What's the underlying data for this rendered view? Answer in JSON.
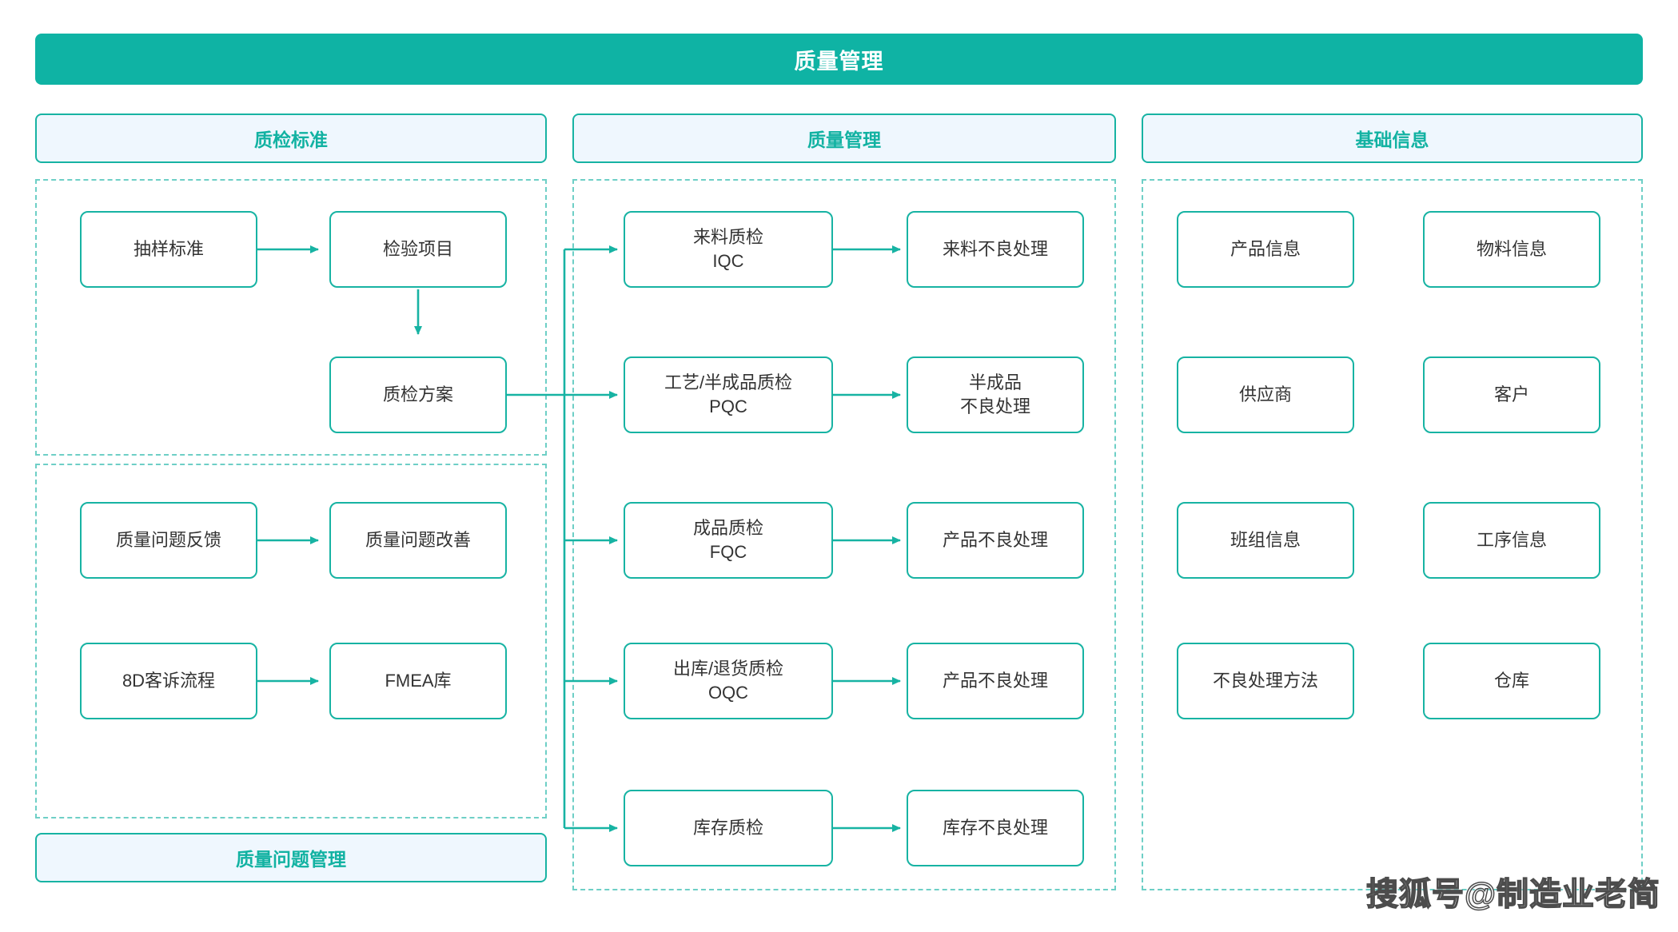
{
  "header": {
    "title": "质量管理"
  },
  "columns": [
    {
      "id": "inspection-standard",
      "header": "质检标准",
      "footer": "质量问题管理"
    },
    {
      "id": "quality-management",
      "header": "质量管理"
    },
    {
      "id": "basic-information",
      "header": "基础信息"
    }
  ],
  "nodes": {
    "sampling_standard": "抽样标准",
    "inspection_item": "检验项目",
    "inspection_plan": "质检方案",
    "quality_issue_feedback": "质量问题反馈",
    "quality_issue_improvement": "质量问题改善",
    "eight_d_complaint_process": "8D客诉流程",
    "fmea_library": "FMEA库",
    "iqc": "来料质检\nIQC",
    "iqc_defect": "来料不良处理",
    "pqc": "工艺/半成品质检\nPQC",
    "pqc_defect": "半成品\n不良处理",
    "fqc": "成品质检\nFQC",
    "fqc_defect": "产品不良处理",
    "oqc": "出库/退货质检\nOQC",
    "oqc_defect": "产品不良处理",
    "stock_inspection": "库存质检",
    "stock_defect": "库存不良处理",
    "product_info": "产品信息",
    "material_info": "物料信息",
    "supplier": "供应商",
    "customer": "客户",
    "team_info": "班组信息",
    "process_info": "工序信息",
    "defect_handling_method": "不良处理方法",
    "warehouse": "仓库"
  },
  "watermark": "搜狐号@制造业老简",
  "colors": {
    "brand_teal": "#0FB3A4",
    "border_teal": "#17B3A3",
    "dashed_teal": "#6ECFC6",
    "panel_blue": "#EFF7FE",
    "title_text": "#12B2A2",
    "node_text": "#333333"
  }
}
